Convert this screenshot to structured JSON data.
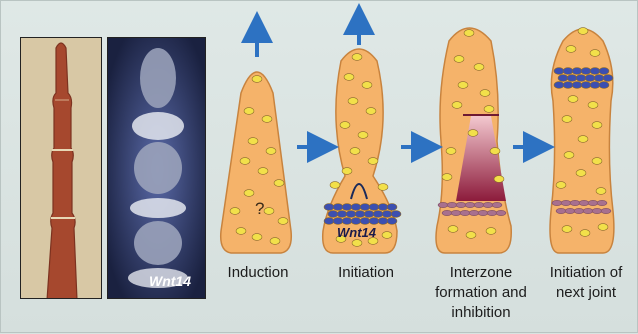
{
  "photos": {
    "stain_label": "Wnt14"
  },
  "stages": [
    {
      "label": "Induction",
      "marker": "?"
    },
    {
      "label": "Initiation",
      "gene": "Wnt14"
    },
    {
      "label": "Interzone formation and inhibition"
    },
    {
      "label": "Initiation of next joint"
    }
  ],
  "colors": {
    "digit_fill": "#f5b36a",
    "digit_outline": "#c8833e",
    "cell_yellow": "#f2e04a",
    "cell_blue": "#3c4fb0",
    "cell_mauve": "#a8708e",
    "arrow_blue": "#2d72c2",
    "interzone_gradient_top": "#f3c8cf",
    "interzone_gradient_bottom": "#8c1b3b"
  }
}
